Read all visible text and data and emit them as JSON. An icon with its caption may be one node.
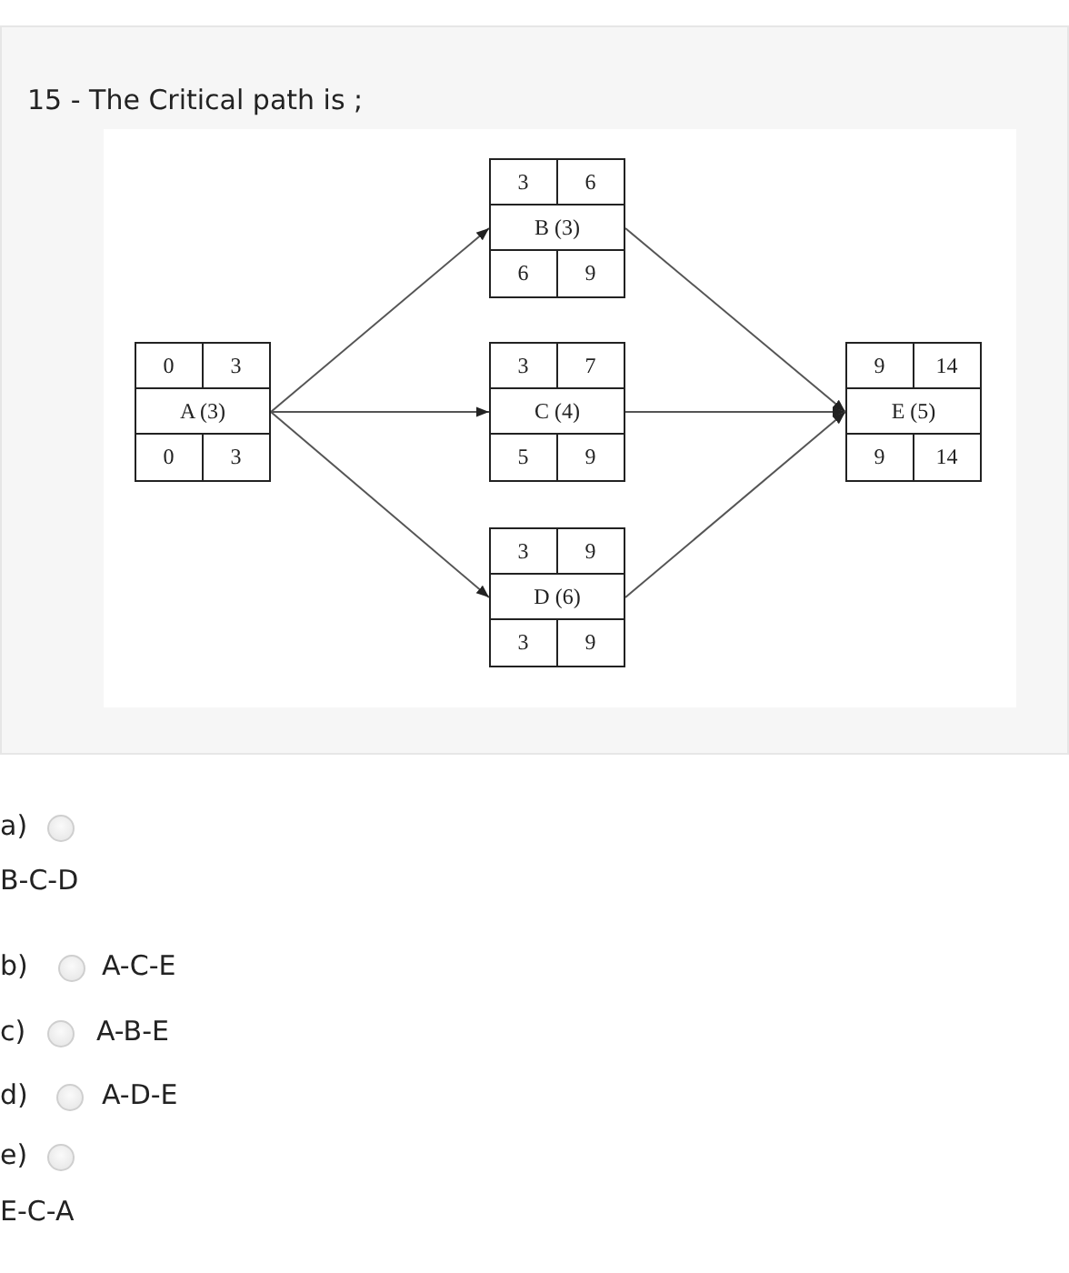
{
  "diagram": {
    "title": "15 - The Critical path is ;",
    "nodes": [
      {
        "text": [
          "0",
          "3",
          "A (3)",
          "0",
          "3"
        ]
      },
      {
        "text": [
          "3",
          "6",
          "B (3)",
          "6",
          "9"
        ]
      },
      {
        "text": [
          "3",
          "7",
          "C (4)",
          "5",
          "9"
        ]
      },
      {
        "text": [
          "3",
          "9",
          "D (6)",
          "3",
          "9"
        ]
      },
      {
        "text": [
          "9",
          "14",
          "E (5)",
          "9",
          "14"
        ]
      }
    ],
    "edges": [
      {
        "from": 0,
        "to": 1,
        "arrow": "to"
      },
      {
        "from": 0,
        "to": 2,
        "arrow": "to"
      },
      {
        "from": 0,
        "to": 3,
        "arrow": "to"
      },
      {
        "from": 1,
        "to": 4,
        "arrow": "to"
      },
      {
        "from": 2,
        "to": 4,
        "arrow": "to"
      },
      {
        "from": 3,
        "to": 4,
        "arrow": "to"
      }
    ],
    "labels": [
      "a)",
      "B-C-D",
      "b)",
      "A-C-E",
      "c)",
      "A-B-E",
      "d)",
      "A-D-E",
      "e)",
      "E-C-A"
    ]
  }
}
